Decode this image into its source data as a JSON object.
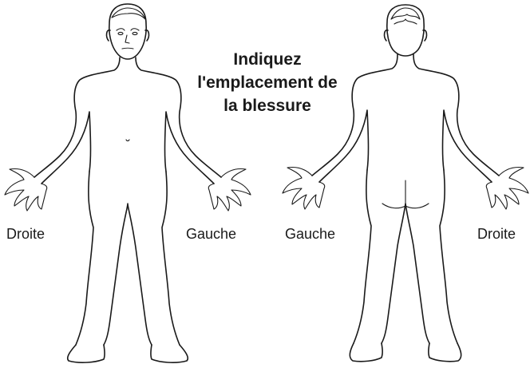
{
  "instruction": {
    "line1": "Indiquez",
    "line2": "l'emplacement de",
    "line3": "la blessure"
  },
  "labels": {
    "front_right": "Droite",
    "front_left": "Gauche",
    "back_left": "Gauche",
    "back_right": "Droite"
  },
  "colors": {
    "ink": "#1a1a1a",
    "background": "#ffffff"
  }
}
